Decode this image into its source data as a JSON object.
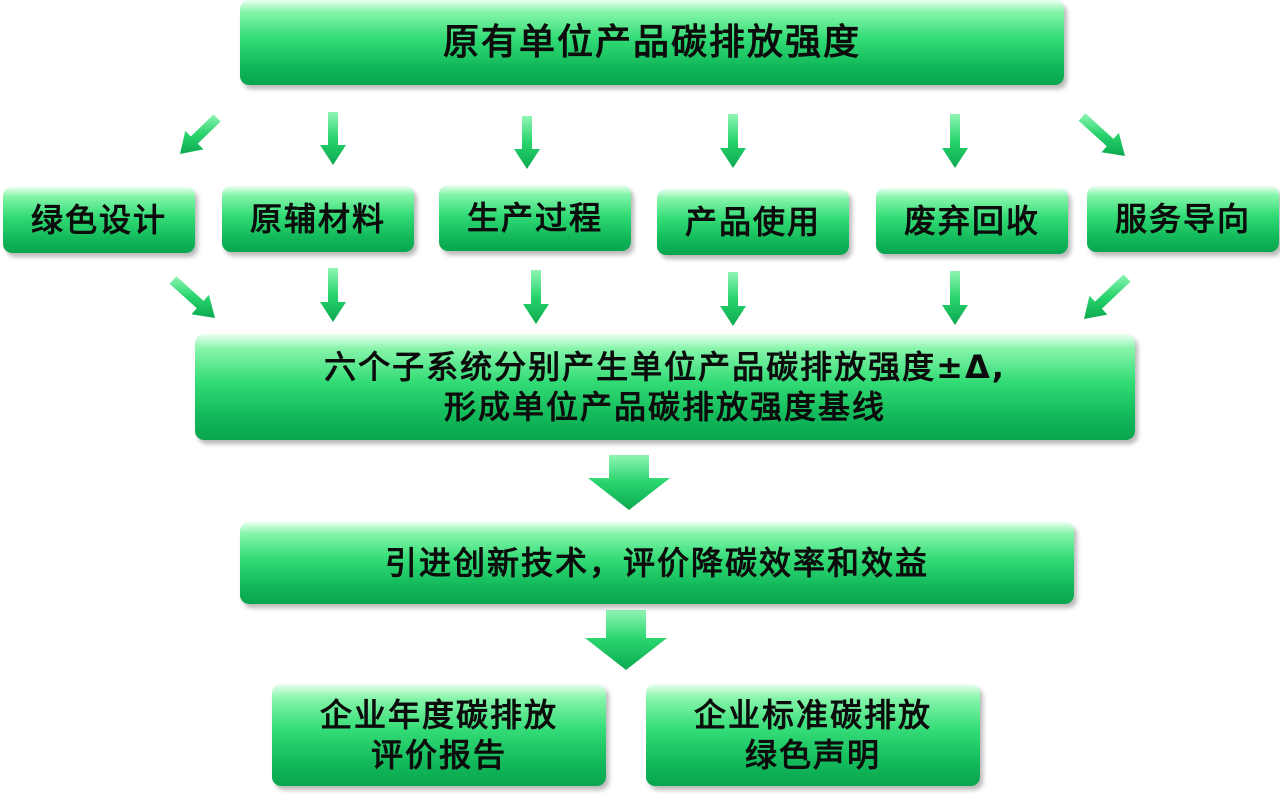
{
  "top": {
    "label": "原有单位产品碳排放强度"
  },
  "subsystems": [
    {
      "label": "绿色设计"
    },
    {
      "label": "原辅材料"
    },
    {
      "label": "生产过程"
    },
    {
      "label": "产品使用"
    },
    {
      "label": "废弃回收"
    },
    {
      "label": "服务导向"
    }
  ],
  "baseline": {
    "line1": "六个子系统分别产生单位产品碳排放强度±Δ,",
    "line2": "形成单位产品碳排放强度基线"
  },
  "innovation": {
    "label": "引进创新技术，评价降碳效率和效益"
  },
  "outputs": [
    {
      "line1": "企业年度碳排放",
      "line2": "评价报告"
    },
    {
      "line1": "企业标准碳排放",
      "line2": "绿色声明"
    }
  ],
  "colors": {
    "box_top": "#86f5aa",
    "box_mid": "#33dc76",
    "box_bottom": "#09a44e",
    "arrow": "#1fcc63"
  }
}
